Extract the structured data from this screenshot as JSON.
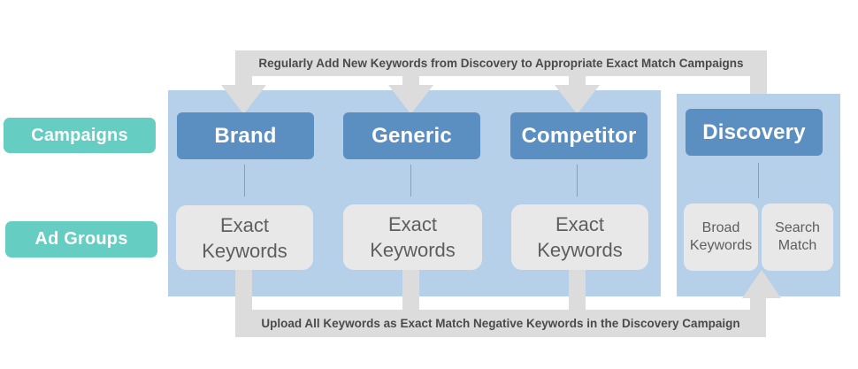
{
  "flows": {
    "top": "Regularly Add New Keywords from Discovery to Appropriate Exact Match Campaigns",
    "bottom": "Upload All Keywords as Exact Match Negative Keywords in the Discovery Campaign"
  },
  "row_labels": {
    "campaigns": "Campaigns",
    "ad_groups": "Ad Groups"
  },
  "campaigns": {
    "brand": "Brand",
    "generic": "Generic",
    "competitor": "Competitor",
    "discovery": "Discovery"
  },
  "ad_groups": {
    "brand": {
      "line1": "Exact",
      "line2": "Keywords"
    },
    "generic": {
      "line1": "Exact",
      "line2": "Keywords"
    },
    "competitor": {
      "line1": "Exact",
      "line2": "Keywords"
    },
    "broad": {
      "line1": "Broad",
      "line2": "Keywords"
    },
    "search": {
      "line1": "Search",
      "line2": "Match"
    }
  },
  "colors": {
    "panel": "#b6d0ea",
    "campaign": "#5c8fc1",
    "ad_group": "#e8e8e8",
    "label_pill": "#65cdc1",
    "flow_arrow": "#dcdcdc"
  }
}
